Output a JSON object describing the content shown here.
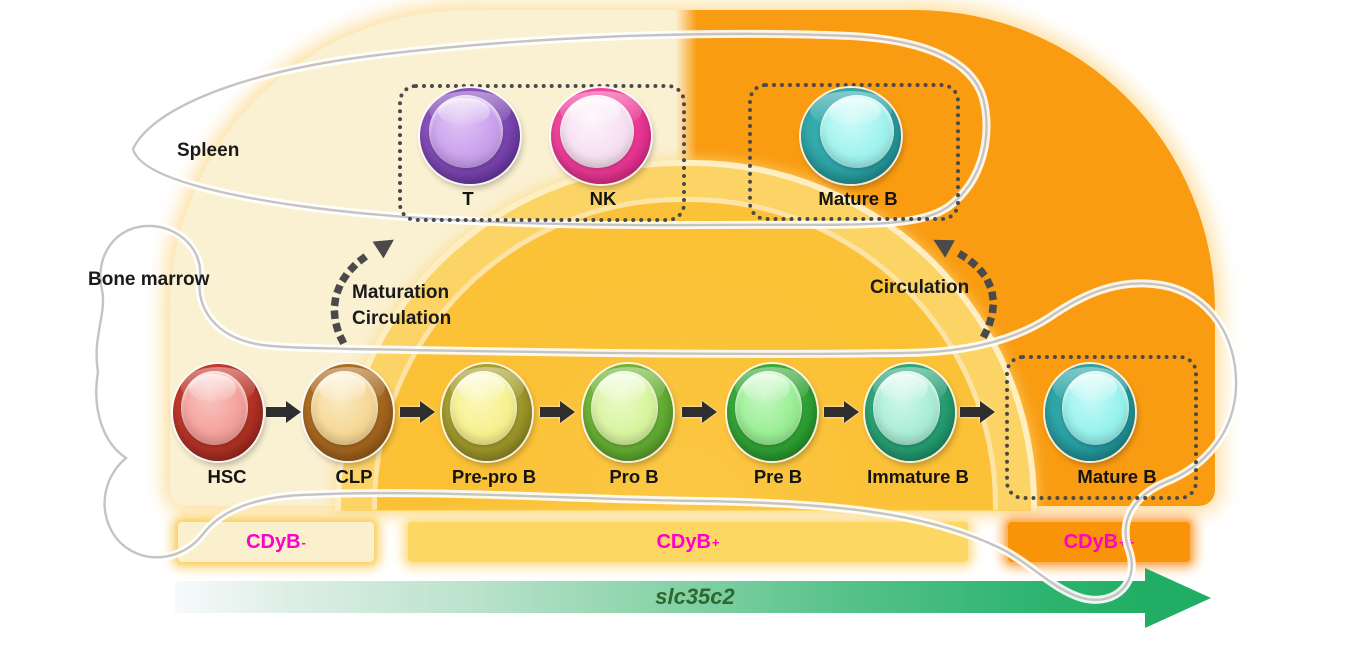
{
  "regions": {
    "spleen": {
      "label": "Spleen"
    },
    "bone_marrow": {
      "label": "Bone marrow"
    }
  },
  "spleen_cells": [
    {
      "label": "T",
      "outer": "#8A52BC",
      "outer_dark": "#5F2F96",
      "inner": "#C9A0EC",
      "inner_light": "#E2C4F6"
    },
    {
      "label": "NK",
      "outer": "#F4459E",
      "outer_dark": "#D42381",
      "inner": "#F6DFF1",
      "inner_light": "#FDF4FB"
    },
    {
      "label": "Mature B",
      "outer": "#33AAAC",
      "outer_dark": "#1E8B90",
      "inner": "#9FF2EE",
      "inner_light": "#CDFBF8"
    }
  ],
  "bm_cells": [
    {
      "label": "HSC",
      "outer": "#C43A2C",
      "outer_dark": "#92241B",
      "inner": "#F4A09B",
      "inner_light": "#F9C6C2"
    },
    {
      "label": "CLP",
      "outer": "#B06F24",
      "outer_dark": "#8F5616",
      "inner": "#F6D795",
      "inner_light": "#FBEBC4"
    },
    {
      "label": "Pre-pro B",
      "outer": "#A9A232",
      "outer_dark": "#8A831F",
      "inner": "#F6F18E",
      "inner_light": "#FBF8BC"
    },
    {
      "label": "Pro B",
      "outer": "#72B83B",
      "outer_dark": "#4E9A26",
      "inner": "#D7F49E",
      "inner_light": "#EBFBC9"
    },
    {
      "label": "Pre B",
      "outer": "#3AAC3C",
      "outer_dark": "#1F8C26",
      "inner": "#99EE94",
      "inner_light": "#C6F8C1"
    },
    {
      "label": "Immature B",
      "outer": "#2FA97B",
      "outer_dark": "#178A61",
      "inner": "#A9EDD6",
      "inner_light": "#D2F8EB"
    },
    {
      "label": "Mature B",
      "outer": "#2FA5A7",
      "outer_dark": "#17878C",
      "inner": "#96F1ED",
      "inner_light": "#C8FAF7"
    }
  ],
  "annotations": {
    "maturation_line1": "Maturation",
    "maturation_line2": "Circulation",
    "circulation": "Circulation"
  },
  "markers": [
    {
      "base": "CDyB",
      "sup": "-",
      "bg": "#FAF0CE",
      "glow": "#FBD470"
    },
    {
      "base": "CDyB",
      "sup": "+",
      "bg": "#FDD763",
      "glow": "#FDE29C"
    },
    {
      "base": "CDyB",
      "sup": "++",
      "bg": "#F99408",
      "glow": "#FBB05C"
    }
  ],
  "marker_text_color": "#FF00CC",
  "gene_axis": {
    "label": "slc35c2",
    "text_color": "#2E682E",
    "gradient_start": "#F7FAFB",
    "gradient_end": "#21AE64"
  },
  "palette": {
    "cream": "#FAF0D2",
    "amber": "#FCD466",
    "gold": "#FBC033",
    "orange": "#F99C12",
    "dotted_line": "#4A4A4A"
  }
}
